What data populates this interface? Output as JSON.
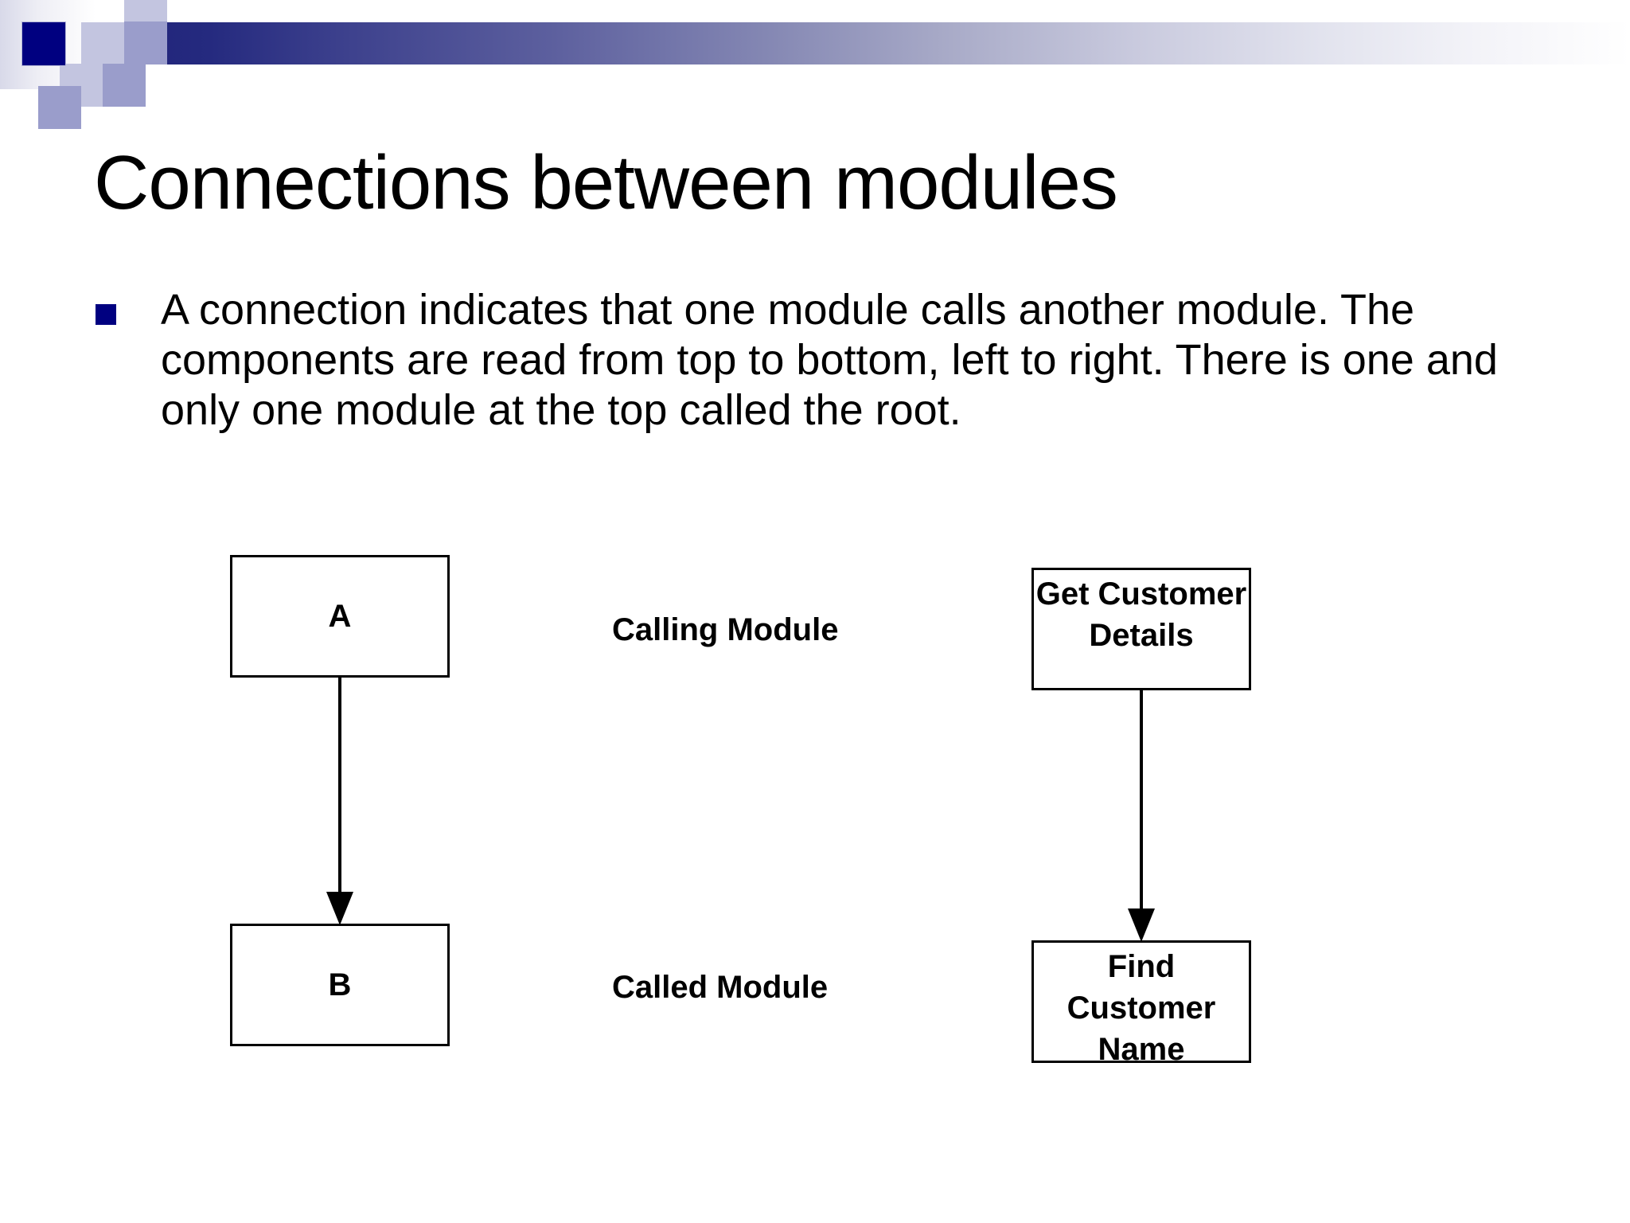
{
  "slide": {
    "title": "Connections between modules",
    "bullet_text": "A connection indicates that one module calls another module. The components are read from top to bottom, left to right. There is one and only one module at the top called the root."
  },
  "theme": {
    "bullet_color": "#000080",
    "accent_navy": "#000080",
    "bar_dark": "#1e2178",
    "bar_light": "#ffffff",
    "square_light": "#c3c5e0",
    "square_mid": "#9a9dcb",
    "square_indigo": "#1e2178",
    "text_color": "#000000",
    "box_border": "#000000",
    "background": "#ffffff"
  },
  "diagram": {
    "generic": {
      "caller": {
        "label": "A",
        "side_label": "Calling Module"
      },
      "callee": {
        "label": "B",
        "side_label": "Called Module"
      }
    },
    "example": {
      "caller": {
        "label": "Get Customer Details"
      },
      "callee": {
        "label": "Find Customer Name"
      }
    }
  }
}
